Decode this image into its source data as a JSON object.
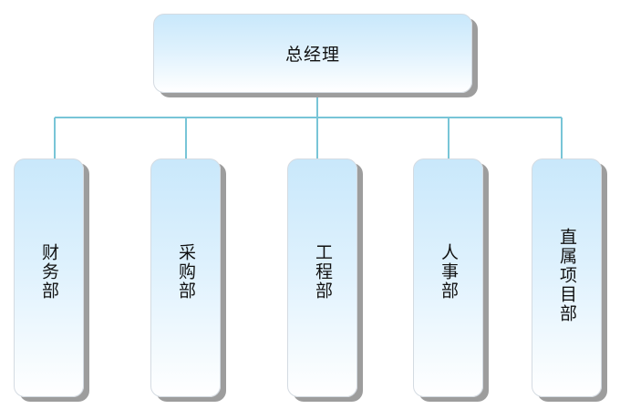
{
  "root": {
    "label": "总经理"
  },
  "departments": [
    {
      "label": "财务部"
    },
    {
      "label": "采购部"
    },
    {
      "label": "工程部"
    },
    {
      "label": "人事部"
    },
    {
      "label": "直属项目部"
    }
  ],
  "colors": {
    "connector": "#78c5d7",
    "box_top": "#c9e8fb",
    "box_bottom": "#ffffff",
    "shadow": "#9d9d9d",
    "text": "#111111"
  }
}
